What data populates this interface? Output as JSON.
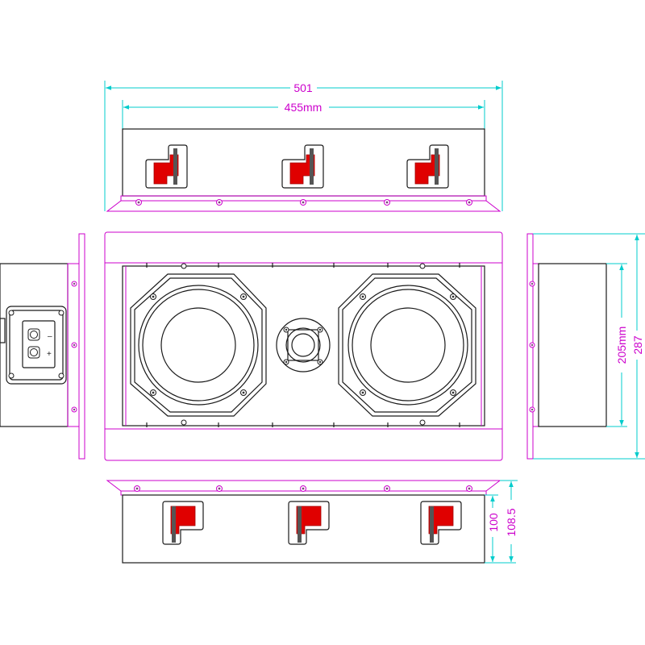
{
  "dimensions": {
    "overall_width": "501",
    "inner_width": "455mm",
    "height_inner": "205mm",
    "height_overall": "287",
    "depth": "100",
    "depth_overall": "108.5"
  },
  "terminal": {
    "minus": "–",
    "plus": "+"
  },
  "colors": {
    "outline": "#1a1a1a",
    "flange": "#cc00cc",
    "dimension_lines": "#00cccc",
    "dimension_text": "#cc00cc",
    "clamp": "#e00000"
  }
}
